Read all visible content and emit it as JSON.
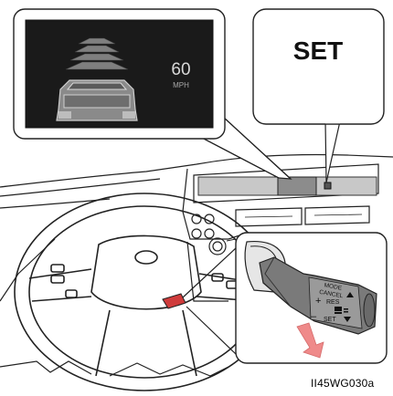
{
  "callouts": {
    "set_label": "SET"
  },
  "display": {
    "speed_value": "60",
    "speed_unit": "MPH"
  },
  "lever": {
    "mode_label": "MODE",
    "cancel_label": "CANCEL",
    "res_label": "RES",
    "set_label": "SET",
    "plus_sign": "+",
    "minus_sign": "–"
  },
  "figure_code": "II45WG030a",
  "icons": {
    "vehicle": "radar-cruise-car-icon",
    "arrow": "pull-down-arrow-icon"
  },
  "colors": {
    "display_bg": "#1a1a1a",
    "arrow": "#ef8a8a",
    "indicator": "#d94b4b"
  }
}
